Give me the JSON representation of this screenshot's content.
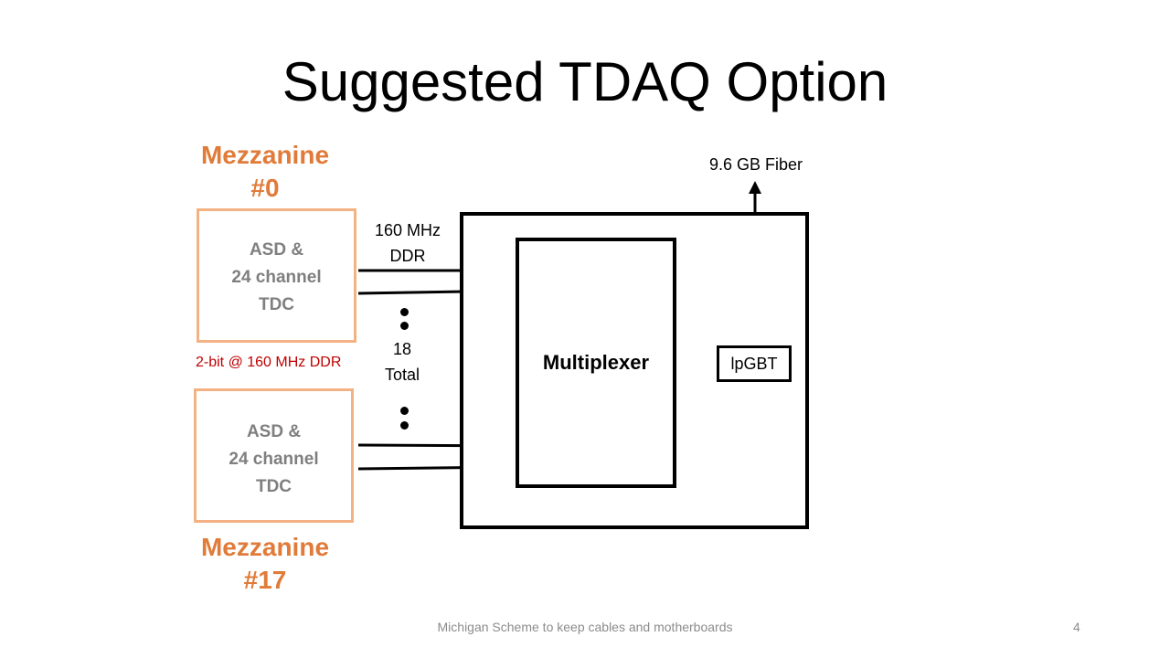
{
  "slide": {
    "title": "Suggested TDAQ Option",
    "footer_text": "Michigan Scheme to keep cables and motherboards",
    "page_number": "4"
  },
  "diagram": {
    "mezzanine_top": {
      "label_line1": "Mezzanine",
      "label_line2": "#0"
    },
    "mezzanine_bottom": {
      "label_line1": "Mezzanine",
      "label_line2": "#17"
    },
    "asd_top": {
      "line1": "ASD &",
      "line2": "24 channel",
      "line3": "TDC"
    },
    "asd_bottom": {
      "line1": "ASD &",
      "line2": "24 channel",
      "line3": "TDC"
    },
    "link_note": "2-bit @ 160 MHz DDR",
    "clock_note": {
      "line1": "160 MHz",
      "line2": "DDR"
    },
    "count_note": {
      "line1": "18",
      "line2": "Total"
    },
    "multiplexer_label": "Multiplexer",
    "lpgbt_label": "lpGBT",
    "fiber_label": "9.6 GB Fiber",
    "colors": {
      "mezzanine_label": "#e07b39",
      "asd_border": "#f4b183",
      "asd_text": "#7f7f7f",
      "link_note": "#c00000"
    }
  }
}
